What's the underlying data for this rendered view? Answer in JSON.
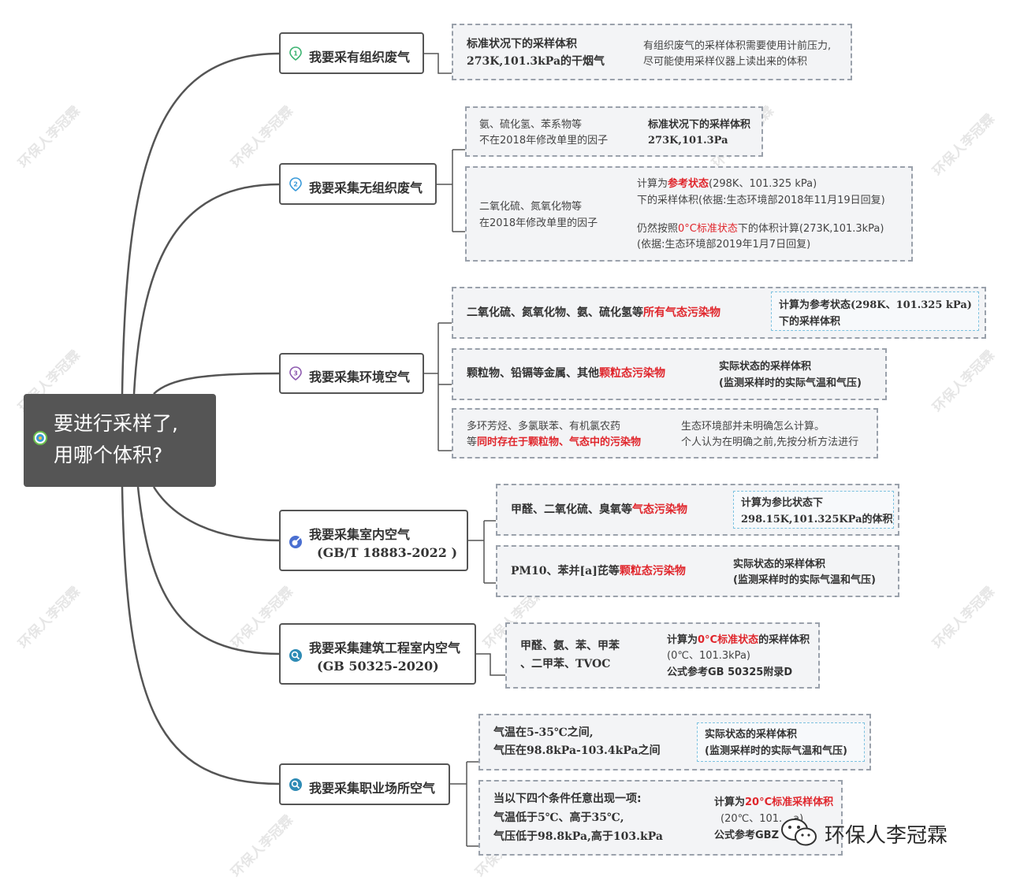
{
  "root": {
    "line1": "要进行采样了,",
    "line2": "用哪个体积?",
    "icon": "target-icon"
  },
  "branches": [
    {
      "title": "我要采有组织废气",
      "icon": "marker-1-icon",
      "marker": "1",
      "color": "#3cb371"
    },
    {
      "title": "我要采集无组织废气",
      "icon": "marker-2-icon",
      "marker": "2",
      "color": "#3a9ad9"
    },
    {
      "title": "我要采集环境空气",
      "icon": "marker-3-icon",
      "marker": "3",
      "color": "#8e5bb0"
    },
    {
      "title": "我要采集室内空气",
      "subtitle": "(GB/T 18883-2022 )",
      "icon": "satellite-dish-icon"
    },
    {
      "title": "我要采集建筑工程室内空气",
      "subtitle": "(GB 50325-2020)",
      "icon": "search-icon"
    },
    {
      "title": "我要采集职业场所空气",
      "icon": "search-icon"
    }
  ],
  "leaves": {
    "b1": {
      "left1": "标准状况下的采样体积",
      "left2": "273K,101.3kPa的干烟气",
      "right1": "有组织废气的采样体积需要使用计前压力,",
      "right2": "尽可能使用采样仪器上读出来的体积"
    },
    "b2a": {
      "left1": "氨、硫化氢、苯系物等",
      "left2": "不在2018年修改单里的因子",
      "right1": "标准状况下的采样体积",
      "right2": "273K,101.3Pa"
    },
    "b2b": {
      "left1": "二氧化硫、氮氧化物等",
      "left2": "在2018年修改单里的因子",
      "r1a": "计算为",
      "r1b": "参考状态",
      "r1c": "(298K、101.325 kPa)",
      "r2": "下的采样体积(依据:生态环境部2018年11月19日回复)",
      "r3a": "仍然按照",
      "r3b": "0°C标准状态",
      "r3c": "下的体积计算(273K,101.3kPa)",
      "r4": "(依据:生态环境部2019年1月7日回复)"
    },
    "b3a": {
      "left_a": "二氧化硫、氮氧化物、氨、硫化氢等",
      "left_b": "所有气态污染物",
      "right1": "计算为参考状态(298K、101.325 kPa)",
      "right2": "下的采样体积"
    },
    "b3b": {
      "left_a": "颗粒物、铅镉等金属、其他",
      "left_b": "颗粒态污染物",
      "right1": "实际状态的采样体积",
      "right2": "(监测采样时的实际气温和气压)"
    },
    "b3c": {
      "left1": "多环芳烃、多氯联苯、有机氯农药",
      "left2a": "等",
      "left2b": "同时存在于颗粒物、气态中的污染物",
      "right1": "生态环境部并未明确怎么计算。",
      "right2": "个人认为在明确之前,先按分析方法进行"
    },
    "b4a": {
      "left_a": "甲醛、二氧化硫、臭氧等",
      "left_b": "气态污染物",
      "right1": "计算为参比状态下",
      "right2": "298.15K,101.325KPa的体积"
    },
    "b4b": {
      "left_a": "PM10、苯并[a]芘等",
      "left_b": "颗粒态污染物",
      "right1": "实际状态的采样体积",
      "right2": "(监测采样时的实际气温和气压)"
    },
    "b5": {
      "left1": "甲醛、氨、苯、甲苯",
      "left2": "、二甲苯、TVOC",
      "r1a": "计算为",
      "r1b": "0°C标准状态",
      "r1c": "的采样体积",
      "r2": "(0℃、101.3kPa)",
      "r3": "公式参考GB 50325附录D"
    },
    "b6a": {
      "left1": "气温在5-35℃之间,",
      "left2": "气压在98.8kPa-103.4kPa之间",
      "right1": "实际状态的采样体积",
      "right2": "(监测采样时的实际气温和气压)"
    },
    "b6b": {
      "left1": "当以下四个条件任意出现一项:",
      "left2": "气温低于5℃、高于35℃,",
      "left3": "气压低于98.8kPa,高于103.kPa",
      "r1a": "计算为",
      "r1b": "20°C标准采样体积",
      "r2": "(20℃、101.",
      "r2b": "a)",
      "r3": "公式参考GBZ"
    }
  },
  "watermark": "环保人李冠霖",
  "logo": {
    "text": "环保人李冠霖",
    "icon": "wechat-icon"
  },
  "colors": {
    "root_bg": "#555555",
    "highlight": "#e0262c",
    "connector": "#555555"
  }
}
